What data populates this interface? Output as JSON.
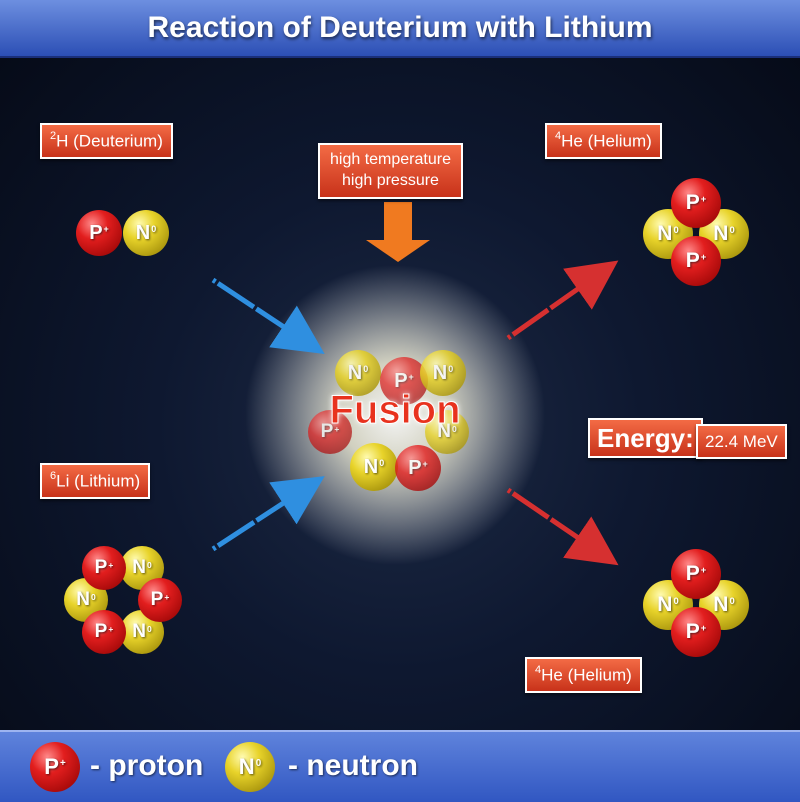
{
  "title": "Reaction of Deuterium with Lithium",
  "reactants": {
    "deuterium": {
      "mass_number": "2",
      "label": "H (Deuterium)"
    },
    "lithium": {
      "mass_number": "6",
      "label": "Li (Lithium)"
    }
  },
  "products": {
    "helium_top": {
      "mass_number": "4",
      "label": "He (Helium)"
    },
    "helium_bottom": {
      "mass_number": "4",
      "label": "He (Helium)"
    }
  },
  "conditions": {
    "line1": "high temperature",
    "line2": "high pressure"
  },
  "center": {
    "text": "Fusion"
  },
  "energy": {
    "label": "Energy:",
    "value": "22.4 MeV"
  },
  "particles": {
    "proton_symbol": "P",
    "neutron_symbol": "N",
    "charge_symbol": "+",
    "neutral_symbol": "0"
  },
  "legend": {
    "proton_text": "- proton",
    "neutron_text": "- neutron"
  },
  "colors": {
    "proton": "#e21e1e",
    "neutron": "#e8d32a",
    "label_bg": "#e04a2b",
    "incoming_arrow": "#2f8fe0",
    "outgoing_arrow": "#d63030",
    "pressure_arrow": "#f07a20"
  }
}
